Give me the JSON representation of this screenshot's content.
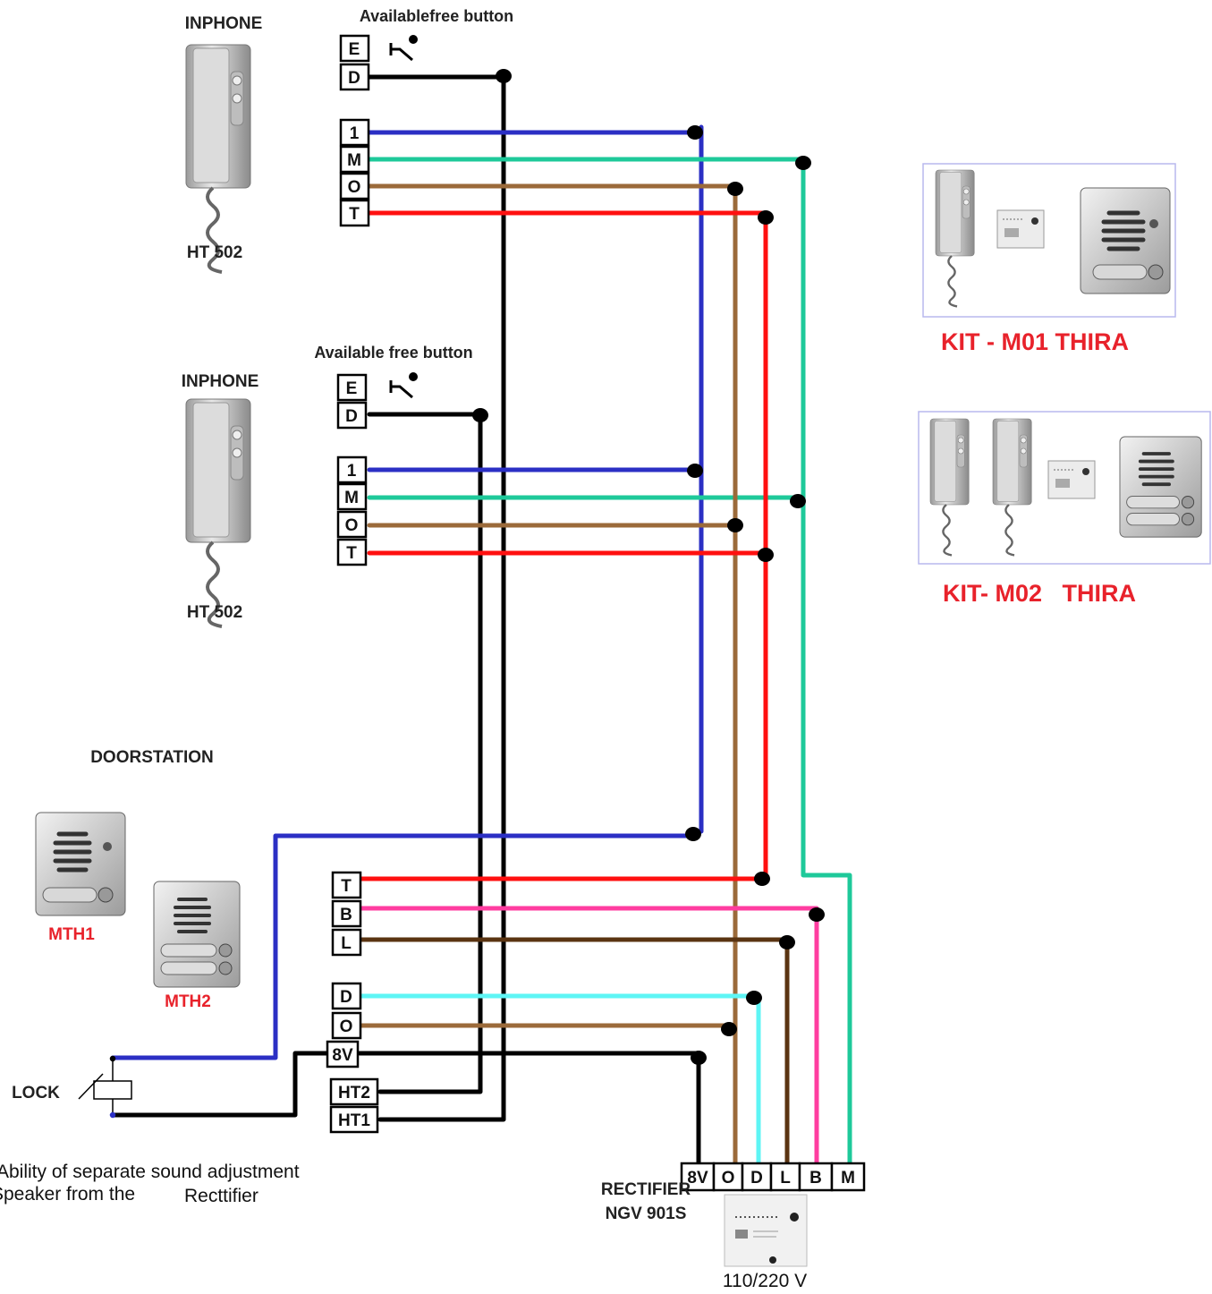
{
  "handsets": [
    {
      "title": "INPHONE",
      "model": "HT 502",
      "free_button": "Availablefree button",
      "terminals": [
        "E",
        "D",
        "1",
        "M",
        "O",
        "T"
      ]
    },
    {
      "title": "INPHONE",
      "model": "HT 502",
      "free_button": "Available free button",
      "terminals": [
        "E",
        "D",
        "1",
        "M",
        "O",
        "T"
      ]
    }
  ],
  "doorstation": {
    "title": "DOORSTATION",
    "panels": [
      "MTH1",
      "MTH2"
    ],
    "terminals": [
      "T",
      "B",
      "L",
      "D",
      "O",
      "8V",
      "HT2",
      "HT1"
    ]
  },
  "lock": {
    "label": "LOCK"
  },
  "rectifier": {
    "title_line1": "RECTIFIER",
    "title_line2": "NGV 901S",
    "supply": "110/220 V",
    "terminals": [
      "8V",
      "O",
      "D",
      "L",
      "B",
      "M"
    ]
  },
  "kits": [
    {
      "label": "KIT - M01 THIRA"
    },
    {
      "label": "KIT- M02   THIRA"
    }
  ],
  "note": {
    "line1": "Ability of separate sound adjustment",
    "line2_a": "Speaker from the",
    "line2_b": "Recttifier"
  },
  "wire_colors": {
    "blue": "#2b2fc4",
    "green": "#1ec99a",
    "brown": "#9b6a3a",
    "darkbrown": "#5a3412",
    "red": "#ff1010",
    "pink": "#ff3da0",
    "cyan": "#5ef5f5",
    "black": "#000000",
    "accent_red": "#e8222b"
  }
}
